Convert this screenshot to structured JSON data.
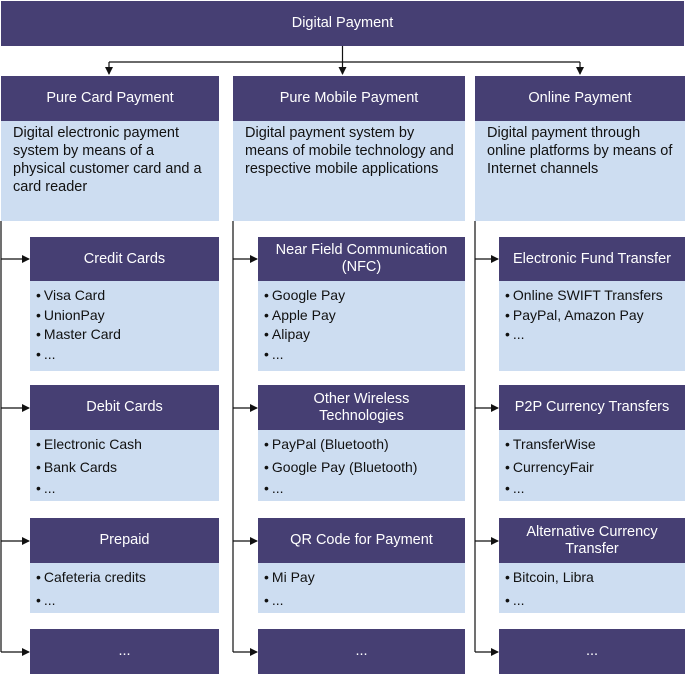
{
  "root": {
    "title": "Digital Payment"
  },
  "columns": [
    {
      "title": "Pure Card Payment",
      "description": "Digital electronic payment system by means of a physical customer card and a card reader",
      "items": [
        {
          "title": "Credit Cards",
          "bullets": [
            "Visa Card",
            "UnionPay",
            "Master Card",
            "..."
          ]
        },
        {
          "title": "Debit Cards",
          "bullets": [
            "Electronic Cash",
            "Bank Cards",
            "..."
          ]
        },
        {
          "title": "Prepaid",
          "bullets": [
            "Cafeteria credits",
            "..."
          ]
        },
        {
          "title": "..."
        }
      ]
    },
    {
      "title": "Pure Mobile Payment",
      "description": "Digital payment system by means of mobile technology and respective mobile applications",
      "items": [
        {
          "title": "Near Field Communication (NFC)",
          "bullets": [
            "Google Pay",
            "Apple Pay",
            "Alipay",
            "..."
          ]
        },
        {
          "title": "Other Wireless Technologies",
          "bullets": [
            "PayPal (Bluetooth)",
            "Google Pay (Bluetooth)",
            "..."
          ]
        },
        {
          "title": "QR Code for Payment",
          "bullets": [
            "Mi Pay",
            "..."
          ]
        },
        {
          "title": "..."
        }
      ]
    },
    {
      "title": "Online Payment",
      "description": "Digital payment through online platforms by means of Internet channels",
      "items": [
        {
          "title": "Electronic Fund Transfer",
          "bullets": [
            "Online SWIFT Transfers",
            "PayPal, Amazon Pay",
            "..."
          ]
        },
        {
          "title": "P2P Currency Transfers",
          "bullets": [
            "TransferWise",
            "CurrencyFair",
            "..."
          ]
        },
        {
          "title": "Alternative Currency Transfer",
          "bullets": [
            "Bitcoin, Libra",
            "..."
          ]
        },
        {
          "title": "..."
        }
      ]
    }
  ],
  "colors": {
    "header": "#463f73",
    "body": "#cdddf1",
    "line": "#111111"
  }
}
